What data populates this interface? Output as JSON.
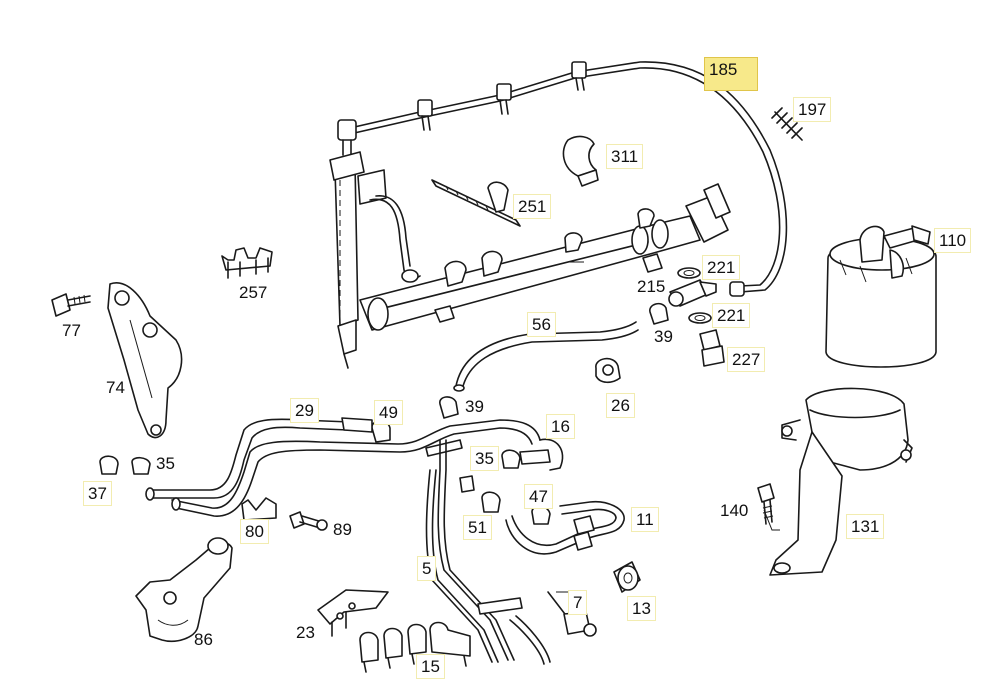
{
  "diagram": {
    "accent_color": "#f7e98a",
    "highlighted_part": "185",
    "callouts": [
      "185",
      "197",
      "311",
      "251",
      "110",
      "257",
      "221",
      "215",
      "221",
      "39",
      "227",
      "77",
      "56",
      "74",
      "29",
      "49",
      "39",
      "16",
      "26",
      "35",
      "37",
      "35",
      "80",
      "89",
      "47",
      "11",
      "51",
      "140",
      "131",
      "5",
      "7",
      "13",
      "86",
      "23",
      "15"
    ]
  }
}
